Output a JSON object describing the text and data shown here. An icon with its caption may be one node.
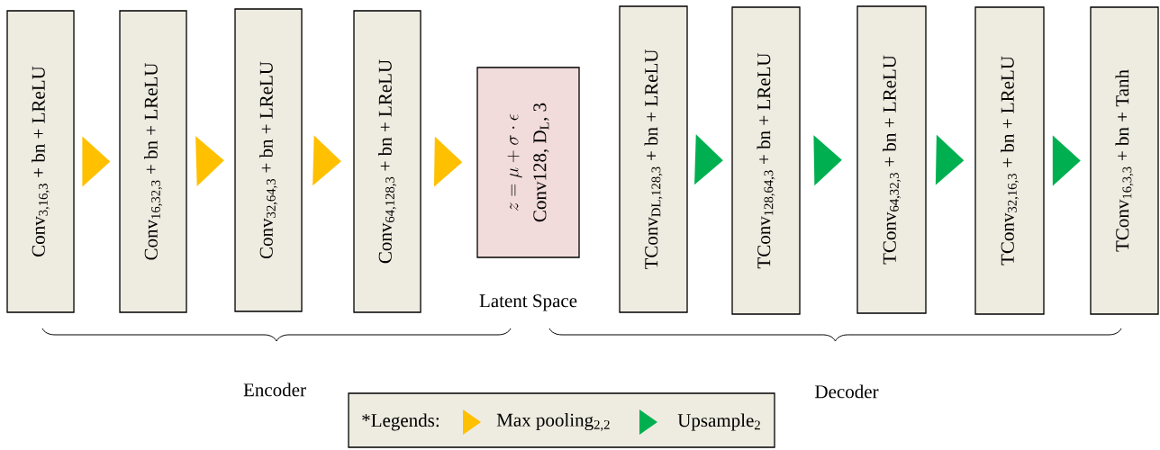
{
  "diagram": {
    "nodes": [
      {
        "text": [
          "Conv$_{3,16,3}$ + bn + LReLU"
        ]
      },
      {
        "text": [
          "Conv$_{16,32,3}$ + bn + LReLU"
        ]
      },
      {
        "text": [
          "Conv$_{32,64,3}$ + bn + LReLU"
        ]
      },
      {
        "text": [
          "Conv$_{64,128,3}$ + bn + LReLU"
        ]
      },
      {
        "text": [
          "z = \\mu+\\sigma \\cdot \\epsilon",
          "Conv128, D$_{L}$, 3"
        ],
        "beside": [
          "Latent Space"
        ]
      },
      {
        "text": [
          "TConv$_{DL,128,3}$ + bn + LReLU"
        ]
      },
      {
        "text": [
          "TConv$_{128,64,3}$ + bn + LReLU"
        ]
      },
      {
        "text": [
          "TConv$_{64,32,3}$ + bn + LReLU"
        ]
      },
      {
        "text": [
          "TConv$_{32,16,3}$ + bn + LReLU"
        ]
      },
      {
        "text": [
          "TConv$_{16,3,3}$ + bn + Tanh"
        ]
      }
    ],
    "edges": [
      {
        "from": 0,
        "to": 1,
        "arrow": "to",
        "color": "#ffc000"
      },
      {
        "from": 1,
        "to": 2,
        "arrow": "to",
        "color": "#ffc000"
      },
      {
        "from": 2,
        "to": 3,
        "arrow": "to",
        "color": "#ffc000"
      },
      {
        "from": 3,
        "to": 4,
        "arrow": "to",
        "color": "#ffc000"
      },
      {
        "from": 5,
        "to": 6,
        "arrow": "to",
        "color": "#00b050"
      },
      {
        "from": 6,
        "to": 7,
        "arrow": "to",
        "color": "#00b050"
      },
      {
        "from": 7,
        "to": 8,
        "arrow": "to",
        "color": "#00b050"
      },
      {
        "from": 8,
        "to": 9,
        "arrow": "to",
        "color": "#00b050"
      }
    ],
    "labels": [
      "Encoder",
      "Decoder",
      "*Legends:"
    ],
    "legend": [
      {
        "text": "Max pooling$_{2,2}$",
        "color": "#ffc000"
      },
      {
        "text": "Upsample$_{2}$",
        "color": "#00b050"
      }
    ]
  }
}
